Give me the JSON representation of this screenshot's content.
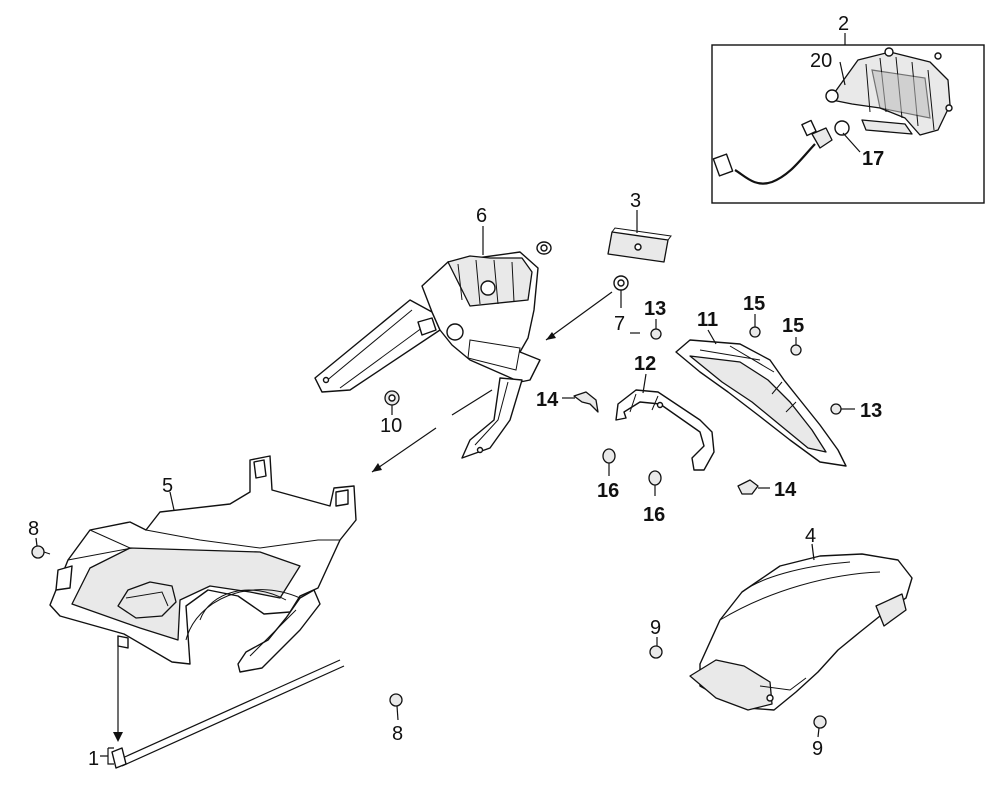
{
  "callouts": {
    "c1": "1",
    "c2": "2",
    "c3": "3",
    "c4": "4",
    "c5": "5",
    "c6": "6",
    "c7": "7",
    "c8a": "8",
    "c8b": "8",
    "c9a": "9",
    "c9b": "9",
    "c10": "10",
    "c11": "11",
    "c12": "12",
    "c13a": "13",
    "c13b": "13",
    "c14a": "14",
    "c14b": "14",
    "c15a": "15",
    "c15b": "15",
    "c16a": "16",
    "c16b": "16",
    "c17": "17",
    "c20": "20"
  },
  "colors": {
    "line": "#111111",
    "shade": "#bdbdbd",
    "background": "#ffffff"
  }
}
